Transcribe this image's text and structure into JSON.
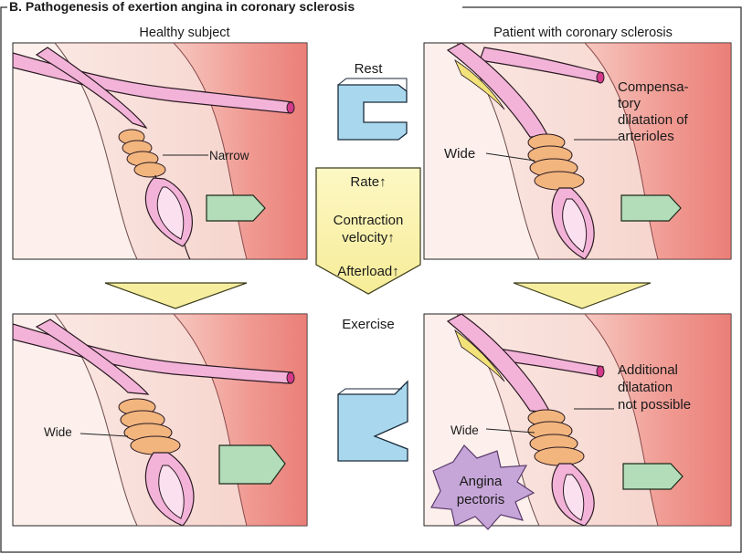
{
  "figure": {
    "title": "B. Pathogenesis of exertion angina in coronary sclerosis"
  },
  "left": {
    "heading": "Healthy subject",
    "rest_label": "Narrow",
    "exercise_label": "Wide"
  },
  "center": {
    "rest_label": "Rest",
    "exercise_label": "Exercise",
    "factors": [
      "Rate↑",
      "Contraction",
      "velocity↑",
      "Afterload↑"
    ]
  },
  "right": {
    "heading": "Patient with coronary sclerosis",
    "rest_note": [
      "Compensa-",
      "tory",
      "dilatation of",
      "arterioles"
    ],
    "rest_label": "Wide",
    "exercise_note": [
      "Additional",
      "dilatation",
      "not possible"
    ],
    "exercise_label": "Wide",
    "angina": [
      "Angina",
      "pectoris"
    ]
  },
  "colors": {
    "vessel": "#f3b3d8",
    "vessel_outline": "#2a1a22",
    "arteriole_rings": "#f2b57e",
    "plaque": "#f2e27a",
    "myocardium": "#f3a6a0",
    "background_tissue": "#f7d9d3",
    "demand_block": "#a9d8ee",
    "supply_arrow": "#b3dcb8",
    "center_panel": "#faf3a6",
    "down_arrow": "#f6ee9e",
    "angina_burst": "#c6a6d8"
  }
}
